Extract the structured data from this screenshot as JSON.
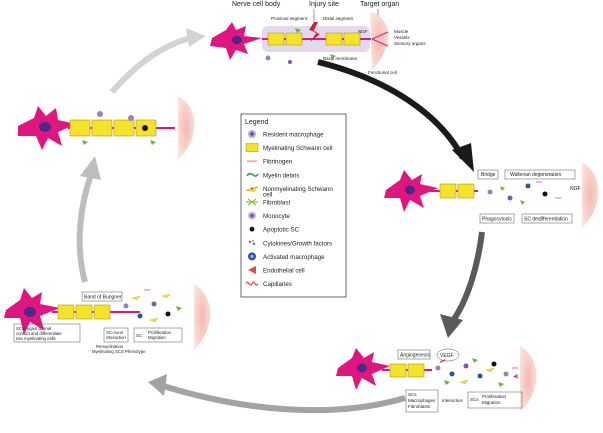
{
  "top": {
    "nerve_cell_body": "Nerve cell body",
    "injury_site": "Injury site",
    "target_organ": "Target organ",
    "proximal_segment": "Proximal segment",
    "distal_segment": "Distal segment",
    "ngf": "NGF",
    "muscle": "Muscle",
    "vessels": "Vessels",
    "sensory_organs": "Sensory organs",
    "basal_membrane": "Basal membrane",
    "functional_cell": "Functional cell"
  },
  "right": {
    "bridge": "Bridge",
    "wallerian": "Wallerian degeneration",
    "ngf": "NGF",
    "phagocytosis": "Phagocytosis",
    "sc_dediff": "SC dedifferentiation"
  },
  "bottom_right": {
    "angiogenesis": "Angiogenesis",
    "vegf": "VEGF",
    "cells_1": "SCs",
    "cells_2": "Macrophages",
    "cells_3": "Fibroblasts",
    "interaction": "Interaction",
    "scs": "SCs",
    "proliferation": "Proliferation",
    "migration": "Migration"
  },
  "left": {
    "band_of_bungner": "Band of Bungner",
    "scs_regain_1": "SCs regain axonal",
    "scs_regain_2": "contact and differentiate",
    "scs_regain_3": "into myelinating cells",
    "sc_axon_1": "SC-Axon",
    "sc_axon_2": "interaction",
    "sc": "SC",
    "proliferation": "Proliferation",
    "migration": "Migration",
    "remyelination": "Remyelination",
    "myelinating_phenotype": "Myelinating SCS Phenotype"
  },
  "legend": {
    "title": "Legend",
    "items": [
      {
        "label": "Resident macrophage",
        "icon": "resident-macrophage"
      },
      {
        "label": "Myelinating Schwann cell",
        "icon": "myelinating-schwann-cell"
      },
      {
        "label": "Fibrinogen",
        "icon": "fibrinogen"
      },
      {
        "label": "Myelin debris",
        "icon": "myelin-debris"
      },
      {
        "label": "Nonmyelinating Schwann cell",
        "icon": "nonmyelinating-schwann-cell"
      },
      {
        "label": "Fibroblast",
        "icon": "fibroblast"
      },
      {
        "label": "Monocyte",
        "icon": "monocyte"
      },
      {
        "label": "Apoptotic SC",
        "icon": "apoptotic-sc"
      },
      {
        "label": "Cytokines/Growth factors",
        "icon": "cytokines"
      },
      {
        "label": "Activated macrophage",
        "icon": "activated-macrophage"
      },
      {
        "label": "Endothelial cell",
        "icon": "endothelial-cell"
      },
      {
        "label": "Capillaries",
        "icon": "capillaries"
      }
    ]
  },
  "colors": {
    "neuron": "#e0167f",
    "nucleus": "#4a2a8a",
    "schwann": "#f5e22a",
    "schwann_stroke": "#b89a10",
    "arrow_dark": "#1a1a1a",
    "arrow_gray": "#9a9a9a",
    "arrow_light": "#cfcfcf",
    "organ": "#f7cfc8"
  }
}
